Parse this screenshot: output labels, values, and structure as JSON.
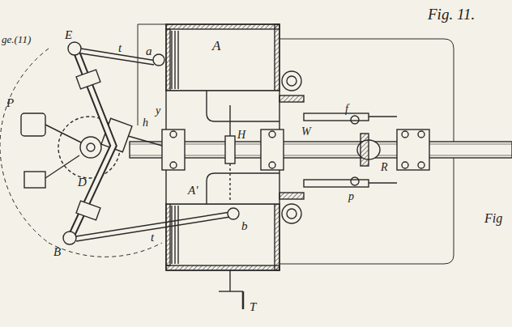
{
  "diagram": {
    "labels": [
      "Fig. 11.",
      "ge.(11)",
      "E",
      "t",
      "a",
      "A",
      "P",
      "D",
      "h",
      "y",
      "H",
      "W",
      "f",
      "R",
      "p",
      "B",
      "t",
      "b",
      "A'",
      "T",
      "Fig"
    ]
  }
}
